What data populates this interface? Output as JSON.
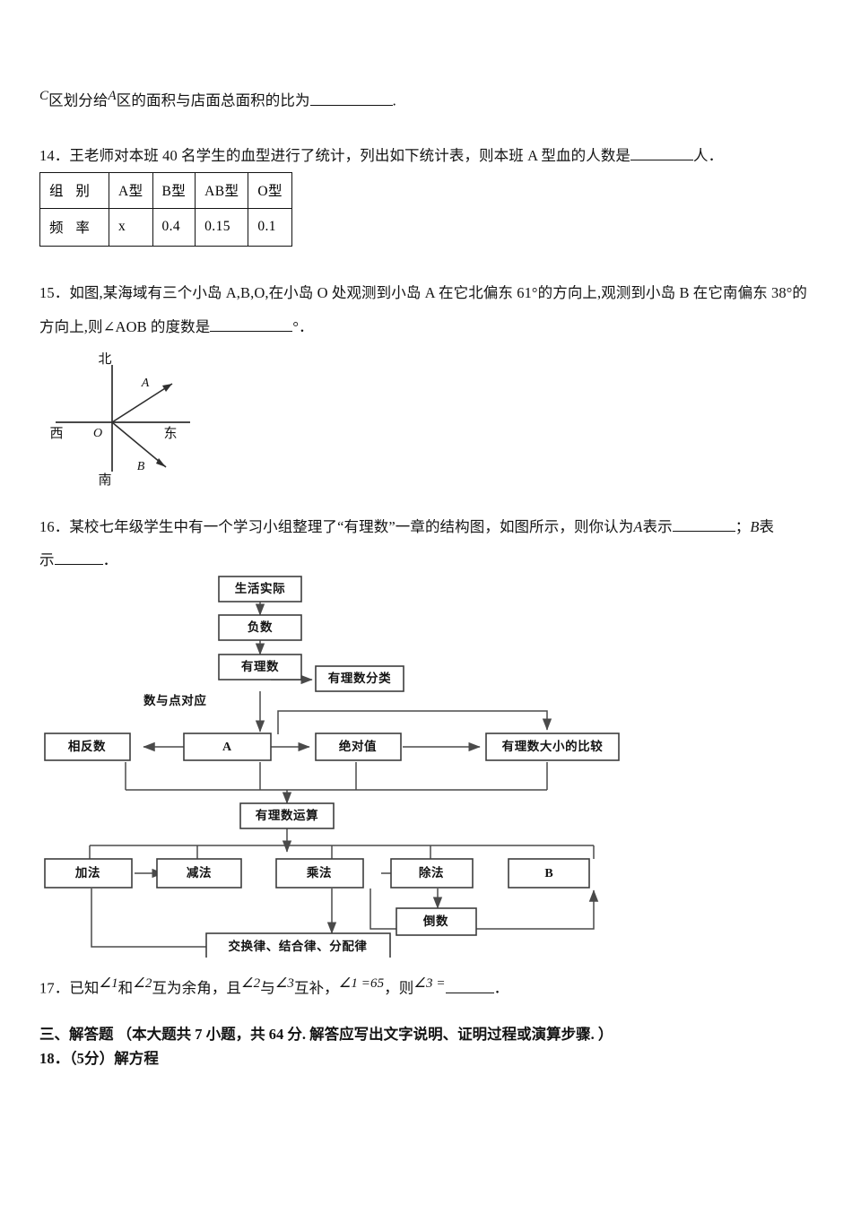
{
  "document": {
    "type": "math-exam-paper",
    "language": "zh-CN"
  },
  "q13_tail": {
    "sup_c": "C",
    "text_a": "区划分给",
    "sup_a": "A",
    "text_b": "区的面积与店面总面积的比为",
    "period": "."
  },
  "q14": {
    "number": "14．",
    "text": "王老师对本班 40 名学生的血型进行了统计，列出如下统计表，则本班 A 型血的人数是",
    "tail": "人．",
    "table": {
      "row_labels": [
        "组  别",
        "频  率"
      ],
      "headers": [
        "A型",
        "B型",
        "AB型",
        "O型"
      ],
      "values": [
        "x",
        "0.4",
        "0.15",
        "0.1"
      ]
    }
  },
  "q15": {
    "number": "15．",
    "line1": "如图,某海域有三个小岛 A,B,O,在小岛 O 处观测到小岛 A 在它北偏东 61°的方向上,观测到小岛 B 在它南偏东 38°的",
    "line2_pre": "方向上,则∠AOB 的度数是",
    "line2_post": "°．",
    "compass": {
      "north": "北",
      "south": "南",
      "west": "西",
      "east": "东",
      "origin": "O",
      "ray_a": "A",
      "ray_b": "B"
    }
  },
  "q16": {
    "number": "16．",
    "line1_pre": "某校七年级学生中有一个学习小组整理了“有理数”一章的结构图，如图所示，则你认为",
    "line1_var_a": "A",
    "line1_mid": "表示",
    "line1_semi": "；",
    "line1_var_b": "B",
    "line1_end": "表",
    "line2_pre": "示",
    "line2_post": "．",
    "flowchart": {
      "nodes": {
        "n1": "生活实际",
        "n2": "负数",
        "n3": "有理数",
        "n4": "有理数分类",
        "n5": "相反数",
        "n6": "A",
        "n7": "绝对值",
        "n8": "有理数大小的比较",
        "n9": "有理数运算",
        "n10": "加法",
        "n11": "减法",
        "n12": "乘法",
        "n13": "除法",
        "n14": "B",
        "n15": "倒数",
        "n16": "交换律、结合律、分配律"
      },
      "edge_label": "数与点对应"
    }
  },
  "q17": {
    "number": "17．",
    "p1": "已知",
    "a1": "∠1",
    "p2": "和",
    "a2": "∠2",
    "p3": "互为余角，且",
    "a3": "∠2",
    "p4": "与",
    "a4": "∠3",
    "p5": "互补，",
    "a5": "∠1 =65",
    "p6": "，则",
    "a6": "∠3 =",
    "p7": "．"
  },
  "section3": {
    "heading": "三、解答题 （本大题共 7 小题，共 64 分. 解答应写出文字说明、证明过程或演算步骤. ）"
  },
  "q18": {
    "number": "18．",
    "text": "（5分）解方程"
  },
  "colors": {
    "ink": "#131313",
    "rule": "#3d3d3d",
    "background": "#ffffff"
  }
}
